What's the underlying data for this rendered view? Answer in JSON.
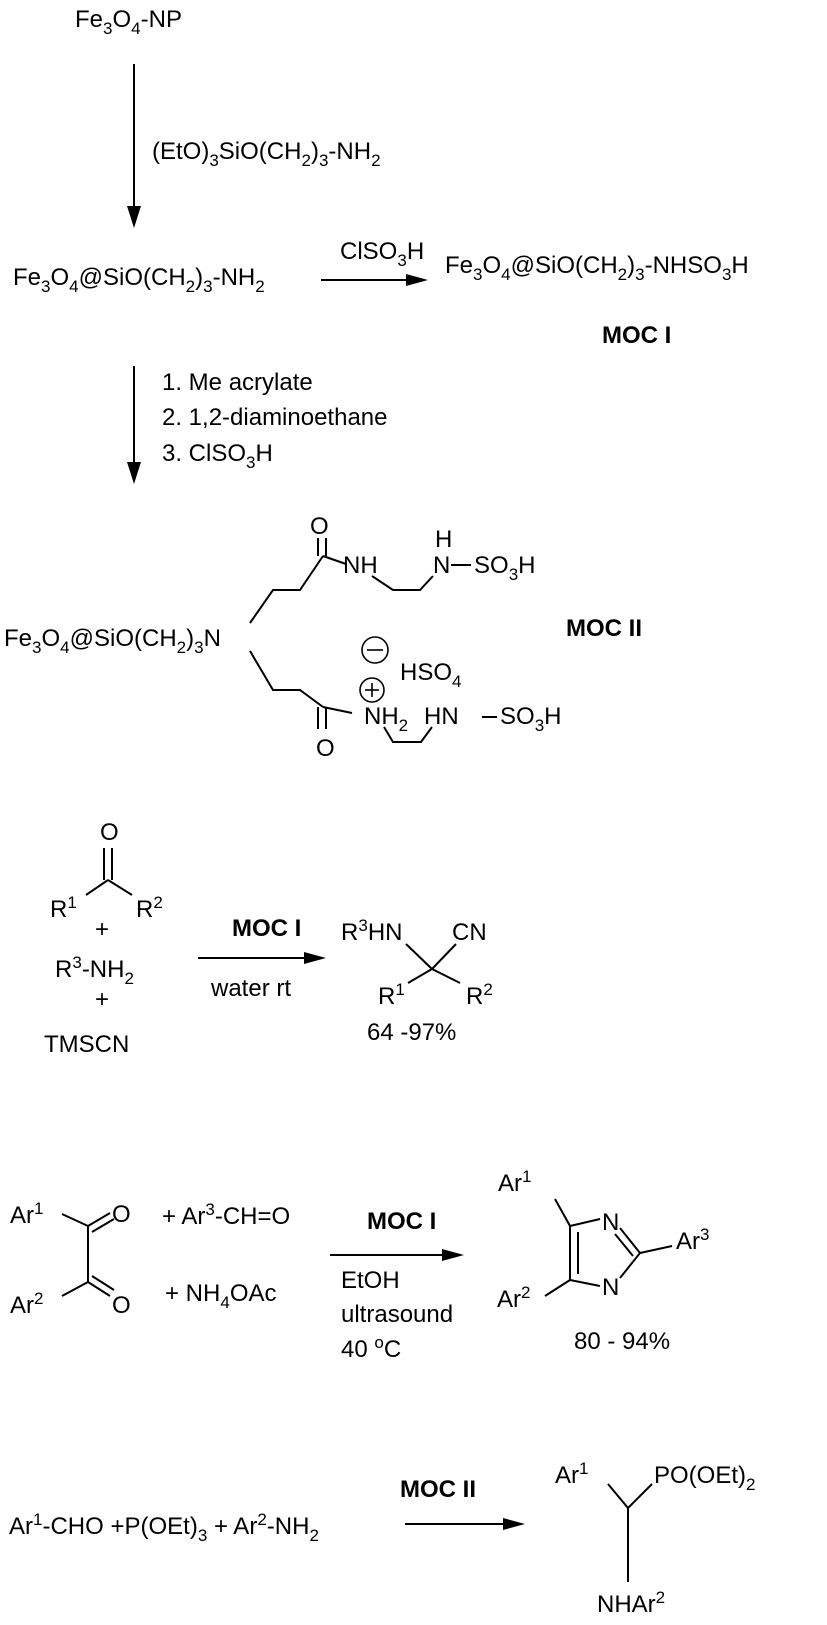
{
  "step1": {
    "start": "Fe3O4-NP",
    "reagent": "(EtO)3SiO(CH2)3-NH2",
    "product": "Fe3O4@SiO(CH2)3-NH2",
    "reagent2": "ClSO3H",
    "product2": "Fe3O4@SiO(CH2)3-NHSO3H",
    "label_moc1": "MOC I"
  },
  "step2": {
    "reagents": [
      "1. Me acrylate",
      "2. 1,2-diaminoethane",
      "3. ClSO3H"
    ],
    "product_core": "Fe3O4@SiO(CH2)3N",
    "label_moc2": "MOC II",
    "counterion": "HSO4"
  },
  "reaction1": {
    "catalyst": "MOC I",
    "conditions": "water rt",
    "reactants": [
      "TMSCN"
    ],
    "yield": "64 -97%"
  },
  "reaction2": {
    "catalyst": "MOC I",
    "conditions": [
      "EtOH",
      "ultrasound",
      "40 oC"
    ],
    "yield": "80 - 94%"
  },
  "reaction3": {
    "catalyst": "MOC II",
    "product_substituent": "PO(OEt)2"
  }
}
